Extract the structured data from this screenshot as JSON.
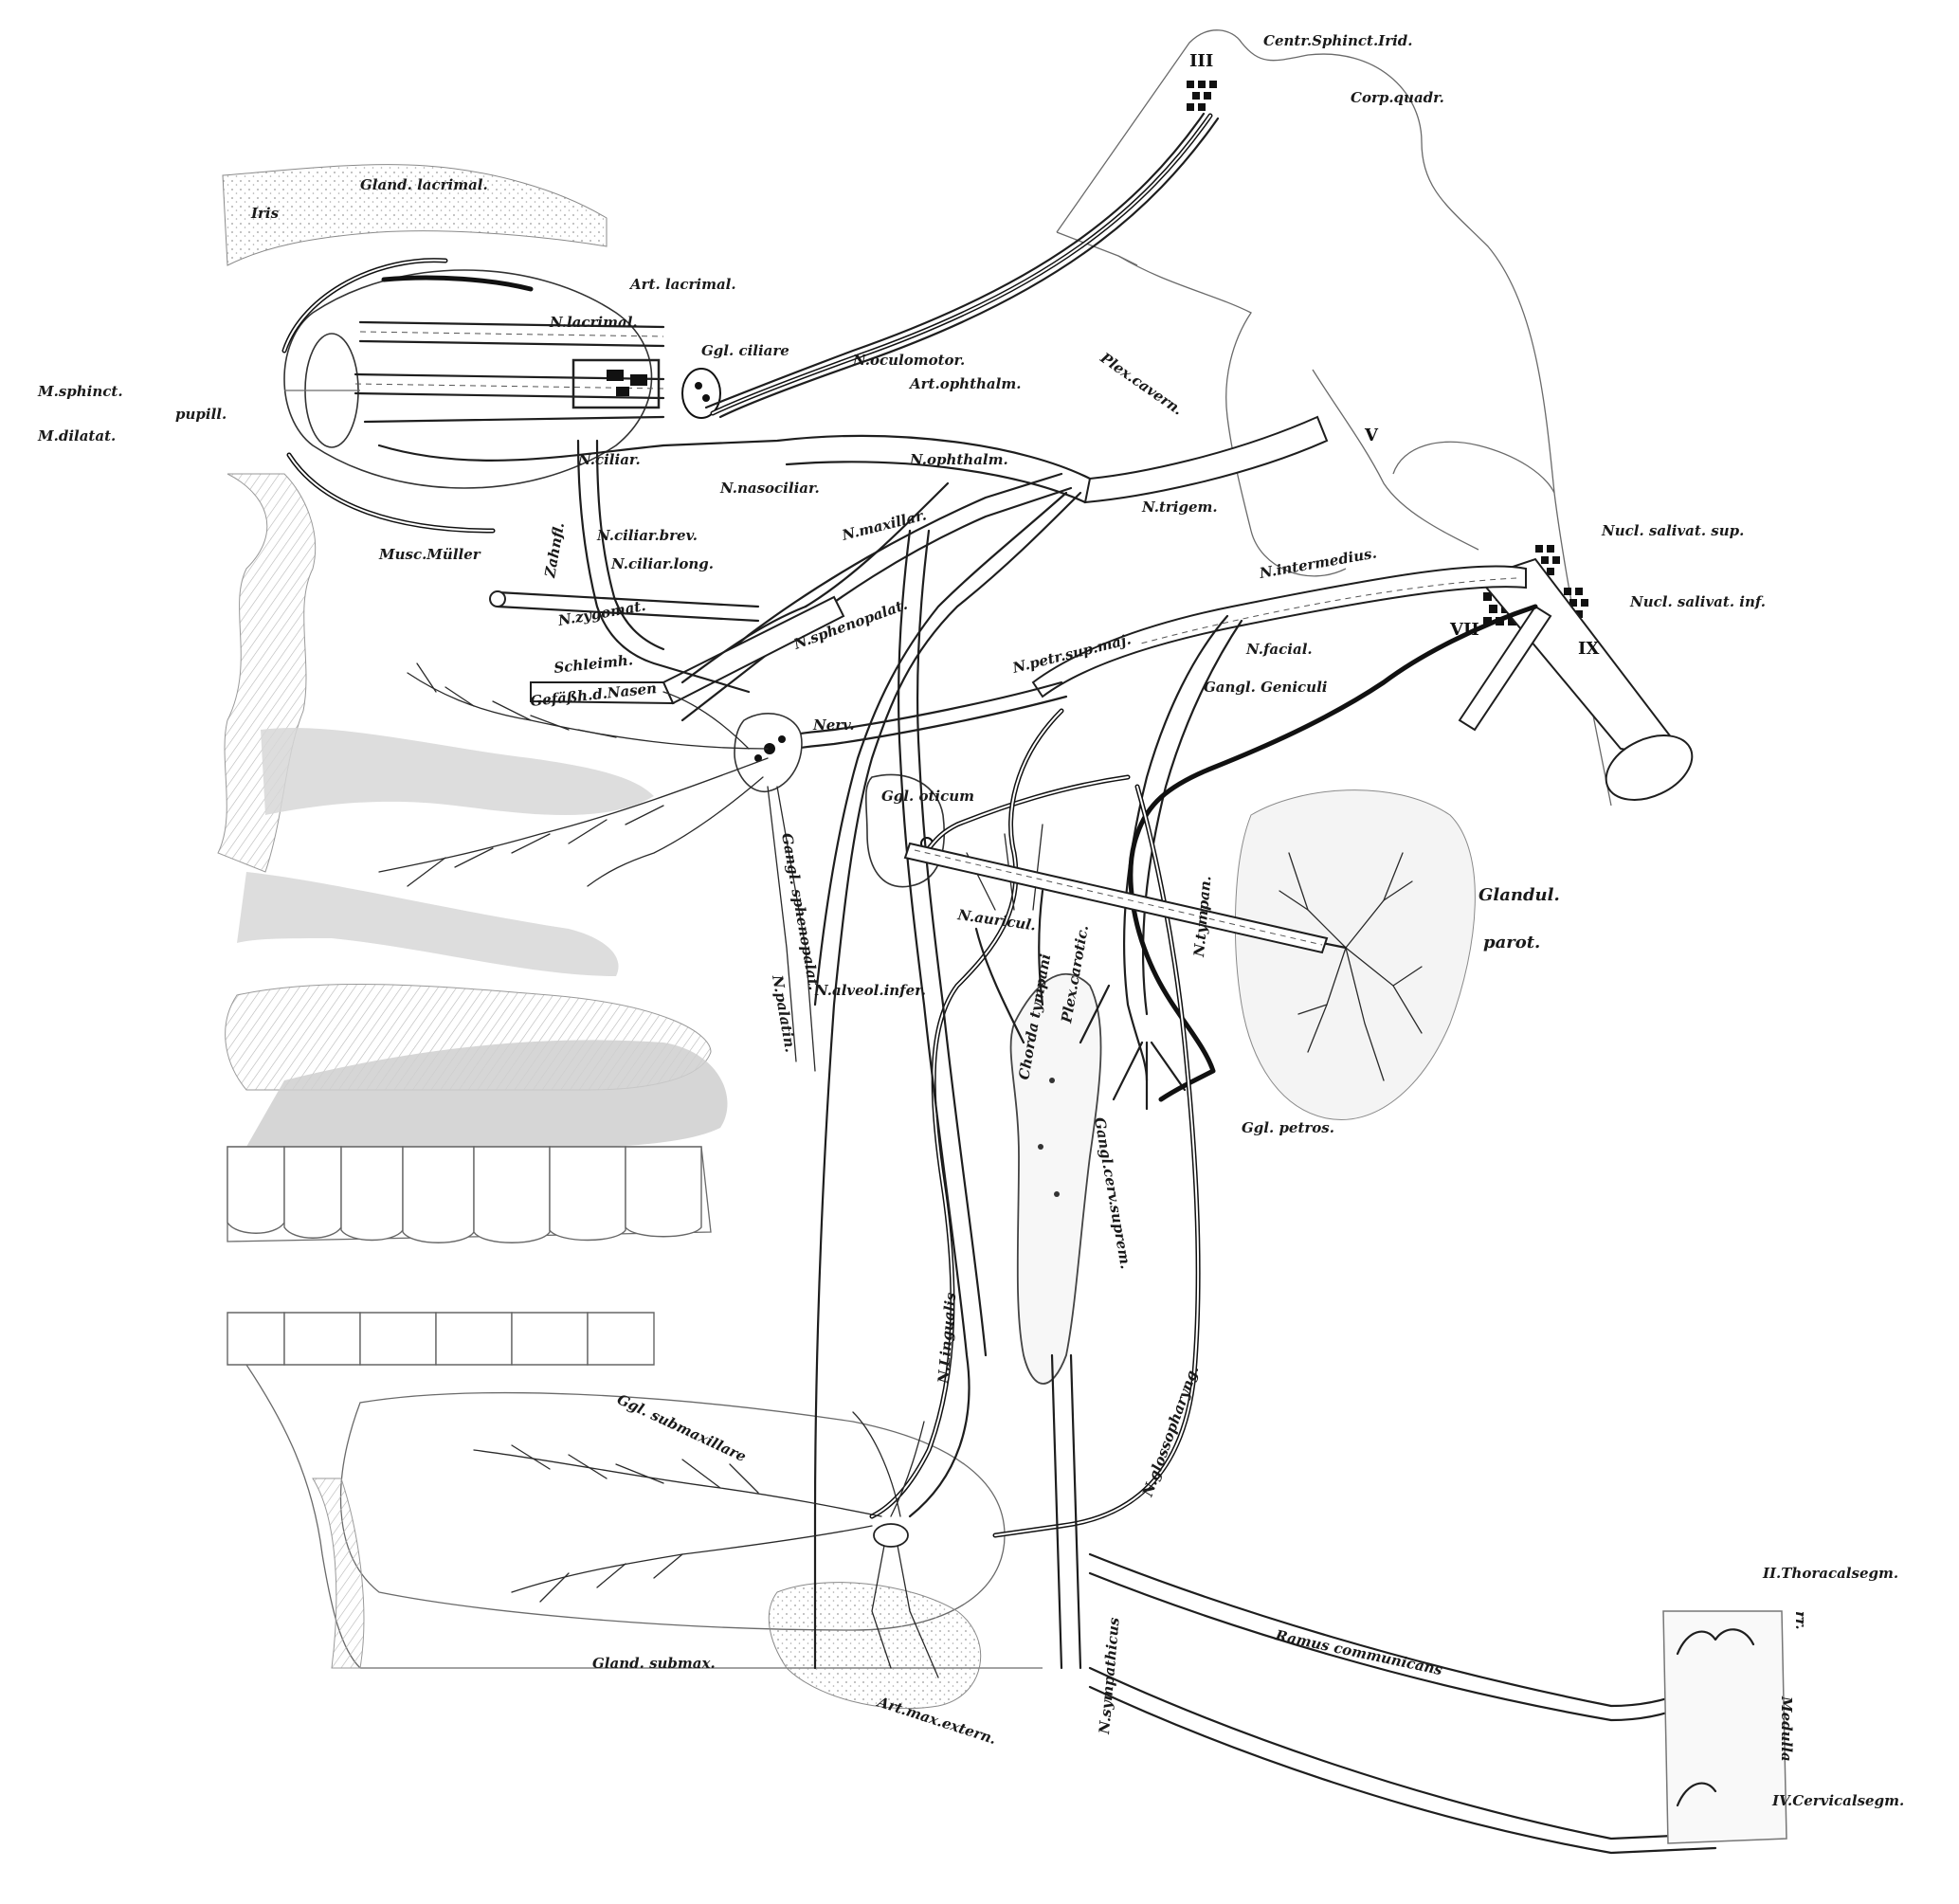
{
  "labels": {
    "l01": "Centr.Sphinct.Irid.",
    "l02": "Corp.quadr.",
    "l03": "Gland. lacrimal.",
    "l04": "Iris",
    "l05": "Art. lacrimal.",
    "l06": "N.lacrimal.",
    "l07": "Ggl. ciliare",
    "l08": "N.oculomotor.",
    "l09": "M.sphinct.",
    "l10": "M.dilatat.",
    "l11": "pupill.",
    "l12": "Art.ophthalm.",
    "l13": "Plex.cavern.",
    "l14": "N.ophthalm.",
    "l15": "N.nasociliar.",
    "l16": "N.ciliar.brev.",
    "l17": "N.ciliar.long.",
    "l18": "Musc.Müller",
    "l19": "N.trigem.",
    "l20": "N.maxillar.",
    "l21": "N.intermedius.",
    "l22": "Nucl. salivat. sup.",
    "l23": "Nucl. salivat. inf.",
    "l24": "N.zygomat.",
    "l25": "N.sphenopalat.",
    "l26": "N.petr.sup.maj.",
    "l27": "N.facial.",
    "l28": "Gangl. Geniculi",
    "l29": "Schleimh.",
    "l30": "Gefäßh.d.Nasen",
    "l31": "Nerv.",
    "l32": "Ggl. oticum",
    "l33": "Glandul.",
    "l34": "parot.",
    "l35": "Gangl. sphenopalat.",
    "l36": "N.auricul.",
    "l37": "N.tympan.",
    "l38": "N.palatin.",
    "l39": "N.alveol.infer.",
    "l40": "Chorda tympani",
    "l41": "Plex.carotic.",
    "l42": "Ggl. petros.",
    "l43": "Gangl.cerv.suprem.",
    "l44": "N.Lingualis",
    "l45": "N.glossopharyng.",
    "l46": "Ggl. submaxillare",
    "l47": "Gland. submax.",
    "l48": "Art.max.extern.",
    "l49": "Ramus communicans",
    "l50": "N.sympathicus",
    "l51": "II.Thoracalsegm.",
    "l52": "Medulla",
    "l53": "IV.Cervicalsegm.",
    "l54": "Zahnfl.",
    "l55": "N.ciliar.",
    "r1": "III",
    "r2": "V",
    "r3": "VII",
    "r4": "IX",
    "r5": "rr."
  }
}
